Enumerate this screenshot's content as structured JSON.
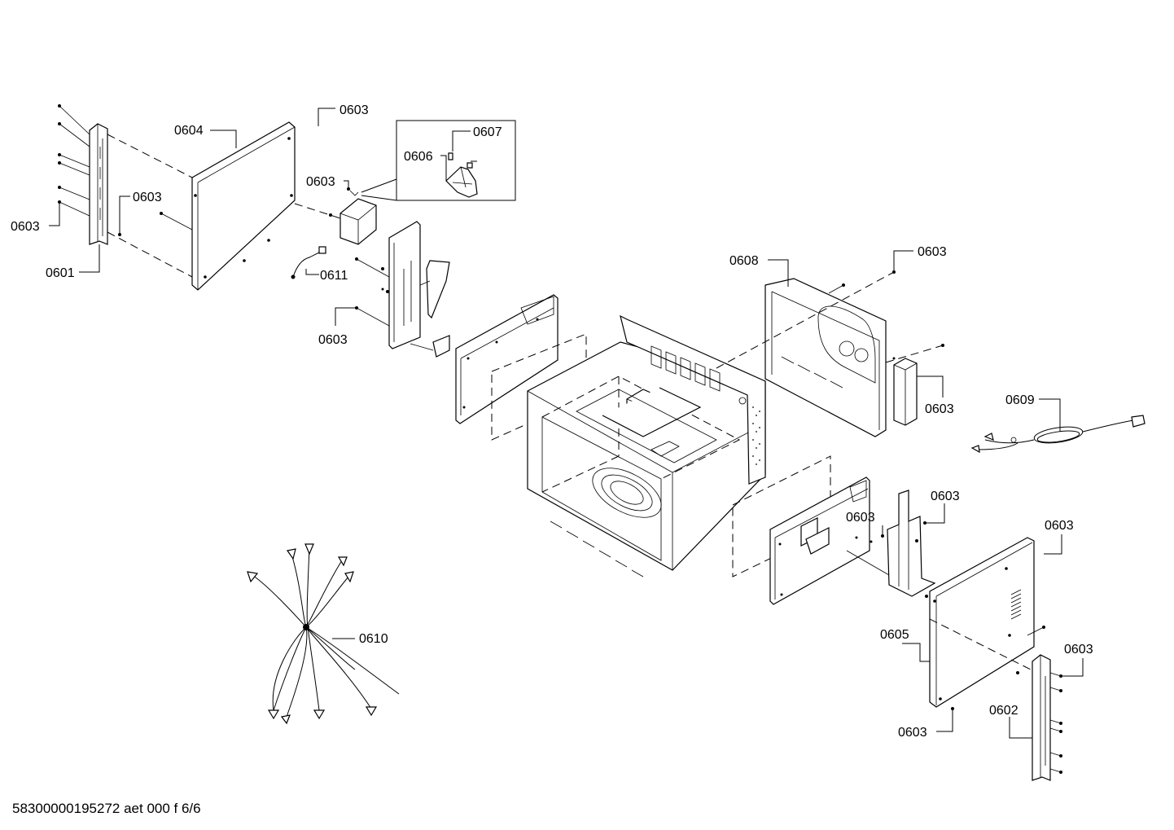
{
  "callouts": {
    "c1": "0603",
    "c2": "0604",
    "c3": "0603",
    "c4": "0603",
    "c5": "0603",
    "c6": "0601",
    "c7": "0607",
    "c8": "0606",
    "c9": "0611",
    "c10": "0603",
    "c11": "0608",
    "c12": "0603",
    "c13": "0603",
    "c14": "0609",
    "c15": "0603",
    "c16": "0603",
    "c17": "0603",
    "c18": "0605",
    "c19": "0603",
    "c20": "0602",
    "c21": "0603",
    "c22": "0610"
  },
  "footer": {
    "code": "58300000195272 aet 000 f 6/6"
  }
}
